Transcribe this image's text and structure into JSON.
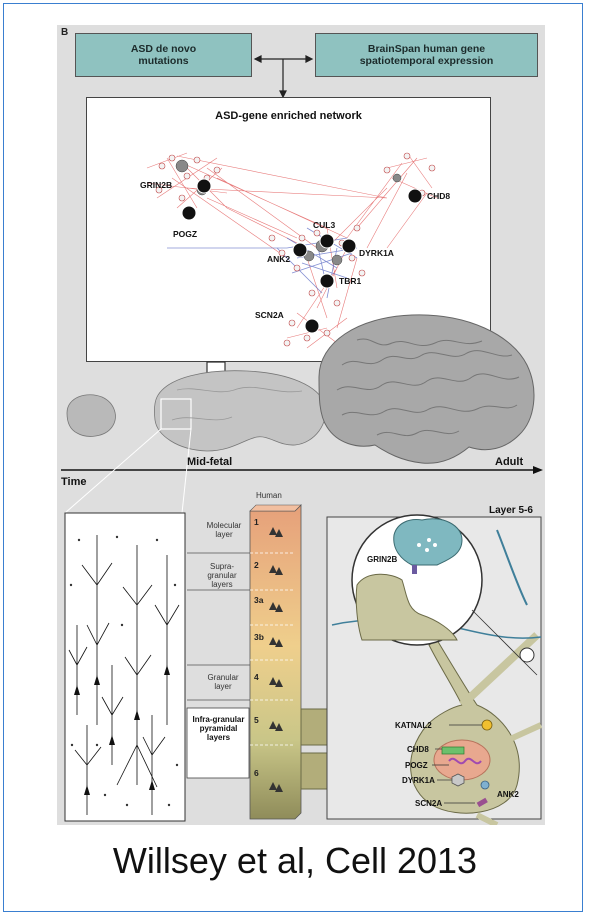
{
  "panel_letter": "B",
  "boxes": {
    "mutations": "ASD de novo mutations",
    "brainspan": "BrainSpan human gene spatiotemporal expression"
  },
  "network": {
    "title": "ASD-gene enriched network",
    "genes": [
      "GRIN2B",
      "POGZ",
      "CHD8",
      "CUL3",
      "ANK2",
      "DYRK1A",
      "TBR1",
      "SCN2A"
    ]
  },
  "timeline": {
    "time_label": "Time",
    "mid_fetal_label": "Mid-fetal",
    "adult_label": "Adult"
  },
  "cortex": {
    "species_label": "Human",
    "layers": [
      {
        "num": "1",
        "name": "Molecular layer"
      },
      {
        "num": "2",
        "name": "Supra-granular layers"
      },
      {
        "num": "3a",
        "name": ""
      },
      {
        "num": "3b",
        "name": ""
      },
      {
        "num": "4",
        "name": "Granular layer"
      },
      {
        "num": "5",
        "name": "Infra-granular pyramidal layers"
      },
      {
        "num": "6",
        "name": ""
      }
    ],
    "molecular_label": "Molecular layer",
    "supragranular_label": "Supra-granular layers",
    "granular_label": "Granular layer",
    "infragranular_label": "Infra-granular pyramidal layers"
  },
  "neuron": {
    "layer_title": "Layer 5-6",
    "synapse_gene": "GRIN2B",
    "labels": [
      "KATNAL2",
      "CHD8",
      "POGZ",
      "DYRK1A",
      "ANK2",
      "SCN2A"
    ]
  },
  "caption": "Willsey et al, Cell 2013",
  "colors": {
    "frame": "#3a7fd0",
    "teal_box": "#8fc2c0",
    "node_black": "#111111",
    "edge_red": "#e05050",
    "edge_blue": "#5060c0",
    "neuron_body": "#c8c6a0"
  }
}
